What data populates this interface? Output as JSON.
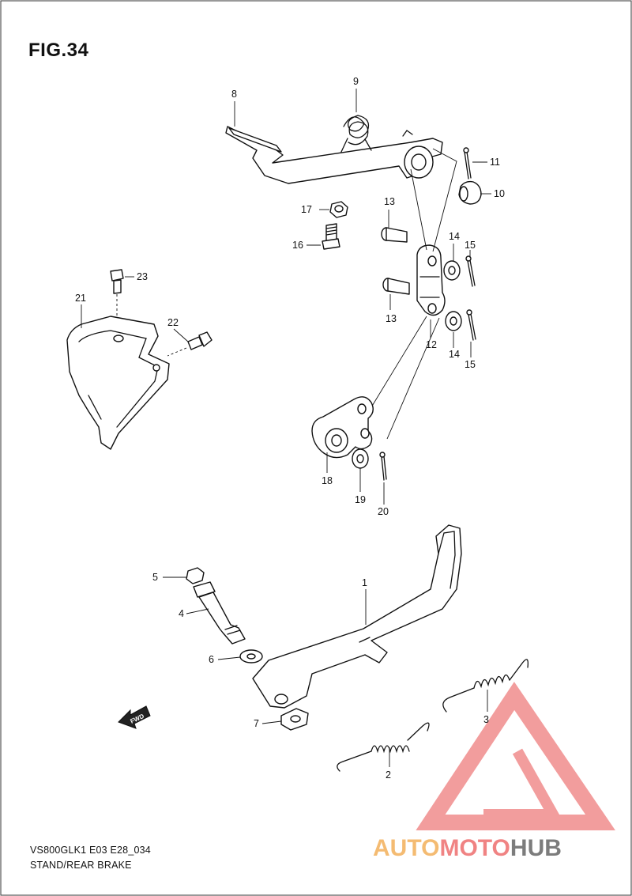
{
  "figure": {
    "title": "FIG.34",
    "code": "VS800GLK1 E03 E28_034",
    "name": "STAND/REAR BRAKE"
  },
  "callouts": [
    "1",
    "2",
    "3",
    "4",
    "5",
    "6",
    "7",
    "8",
    "9",
    "10",
    "11",
    "12",
    "13",
    "13",
    "14",
    "14",
    "15",
    "15",
    "16",
    "17",
    "18",
    "19",
    "20",
    "21",
    "22",
    "23"
  ],
  "fwd_label": "FWD",
  "watermark": {
    "part1": "AUTO",
    "part2": "MOTO",
    "part3": "HUB",
    "color1": "#f3b05a",
    "color2": "#ee6e6e",
    "color3": "#666666",
    "triangle_color": "#f08c8c"
  }
}
